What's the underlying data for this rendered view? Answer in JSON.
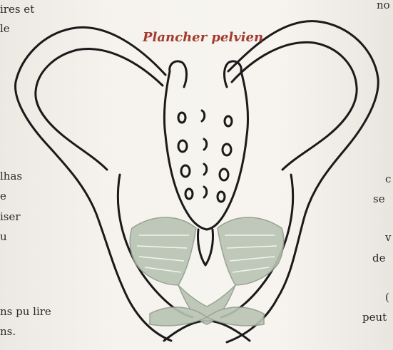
{
  "illustration": {
    "caption": "Plancher pelvien",
    "subject_icon": "pelvis-illustration",
    "muscle_color": "#b9c4b4",
    "caption_color": "#a33a2e"
  },
  "left_text_fragments": [
    "ires et",
    "le",
    "lhas",
    "e",
    "iser",
    "u",
    "ns pu lire",
    "ns."
  ],
  "right_text_fragments": [
    "no",
    "c",
    "se",
    "v",
    "de",
    "(",
    "peut"
  ]
}
